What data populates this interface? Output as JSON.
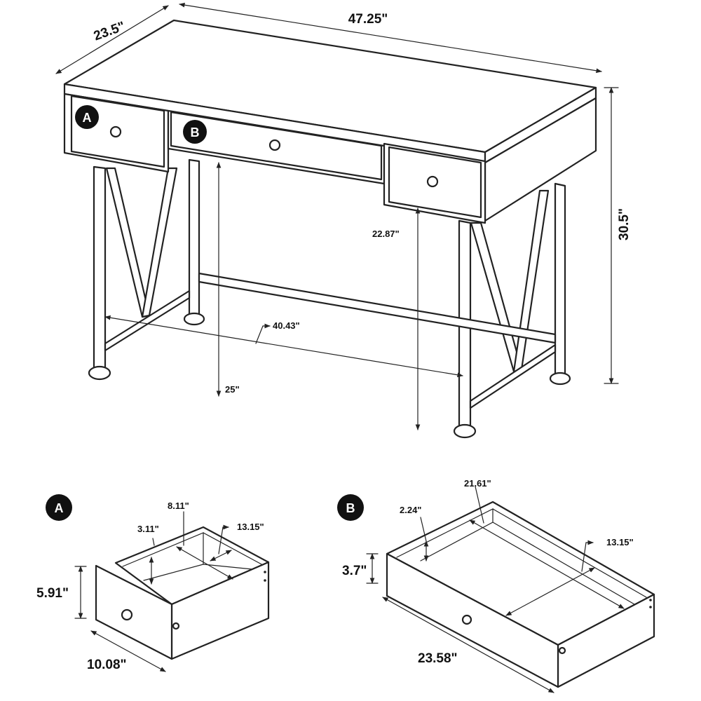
{
  "desk": {
    "depth": "23.5\"",
    "width": "47.25\"",
    "height": "30.5\"",
    "leg_span": "40.43\"",
    "knee_clearance_left": "25\"",
    "knee_clearance_right": "22.87\""
  },
  "badges": {
    "a": "A",
    "b": "B"
  },
  "drawer_a": {
    "badge": "A",
    "inner_width": "8.11\"",
    "inner_height": "3.11\"",
    "inner_depth": "13.15\"",
    "outer_height": "5.91\"",
    "outer_width": "10.08\""
  },
  "drawer_b": {
    "badge": "B",
    "inner_width": "21.61\"",
    "inner_height": "2.24\"",
    "inner_depth": "13.15\"",
    "outer_height": "3.7\"",
    "outer_width": "23.58\""
  }
}
